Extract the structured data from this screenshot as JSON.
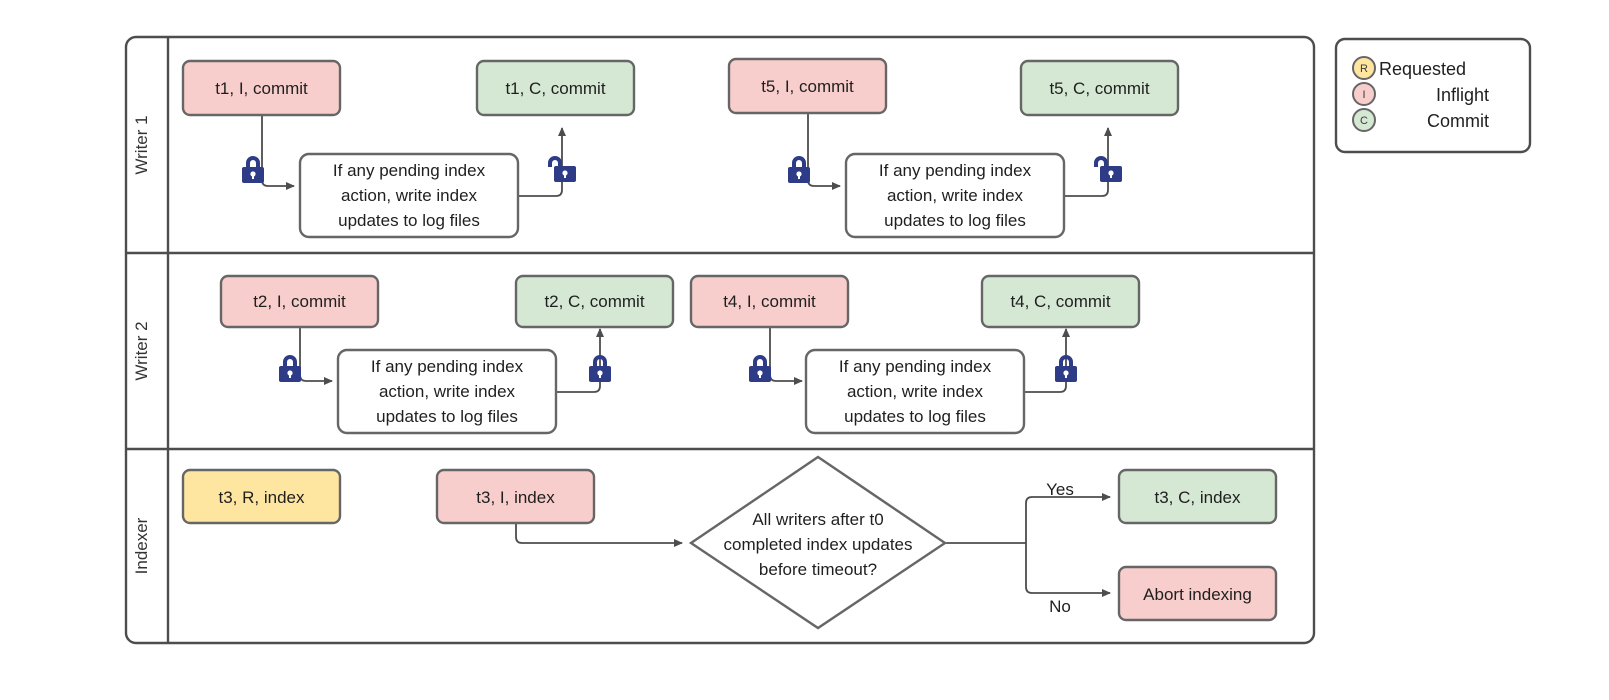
{
  "diagram": {
    "type": "swimlane-flowchart",
    "title": "",
    "colors": {
      "inflight_fill": "#f8cecc",
      "commit_fill": "#d5e8d4",
      "requested_fill": "#ffe6a0",
      "note_fill": "#ffffff",
      "shape_stroke": "#666666",
      "frame_stroke": "#4d4d4d",
      "lock_color": "#2e3b86",
      "text_color": "#1f1f1f"
    },
    "lanes": [
      {
        "id": "writer1",
        "label": "Writer 1",
        "nodes": [
          {
            "id": "w1-t1-i",
            "label": "t1, I, commit",
            "state": "inflight"
          },
          {
            "id": "w1-note-1",
            "label": "If any pending index action, write index updates to log files",
            "lines": [
              "If any pending index",
              "action, write index",
              "updates to log files"
            ],
            "state": "note"
          },
          {
            "id": "w1-t1-c",
            "label": "t1, C, commit",
            "state": "commit"
          },
          {
            "id": "w1-t5-i",
            "label": "t5, I, commit",
            "state": "inflight"
          },
          {
            "id": "w1-note-2",
            "label": "If any pending index action, write index updates to log files",
            "lines": [
              "If any pending index",
              "action, write index",
              "updates to log files"
            ],
            "state": "note"
          },
          {
            "id": "w1-t5-c",
            "label": "t5, C, commit",
            "state": "commit"
          }
        ],
        "locks": [
          {
            "id": "w1-lock-1",
            "kind": "locked"
          },
          {
            "id": "w1-lock-2",
            "kind": "unlocked"
          },
          {
            "id": "w1-lock-3",
            "kind": "locked"
          },
          {
            "id": "w1-lock-4",
            "kind": "unlocked"
          }
        ]
      },
      {
        "id": "writer2",
        "label": "Writer 2",
        "nodes": [
          {
            "id": "w2-t2-i",
            "label": "t2, I, commit",
            "state": "inflight"
          },
          {
            "id": "w2-note-1",
            "label": "If any pending index action, write index updates to log files",
            "lines": [
              "If any pending index",
              "action, write index",
              "updates to log files"
            ],
            "state": "note"
          },
          {
            "id": "w2-t2-c",
            "label": "t2, C, commit",
            "state": "commit"
          },
          {
            "id": "w2-t4-i",
            "label": "t4, I, commit",
            "state": "inflight"
          },
          {
            "id": "w2-note-2",
            "label": "If any pending index action, write index updates to log files",
            "lines": [
              "If any pending index",
              "action, write index",
              "updates to log files"
            ],
            "state": "note"
          },
          {
            "id": "w2-t4-c",
            "label": "t4, C, commit",
            "state": "commit"
          }
        ],
        "locks": [
          {
            "id": "w2-lock-1",
            "kind": "locked"
          },
          {
            "id": "w2-lock-2",
            "kind": "locked"
          },
          {
            "id": "w2-lock-3",
            "kind": "locked"
          },
          {
            "id": "w2-lock-4",
            "kind": "locked"
          }
        ]
      },
      {
        "id": "indexer",
        "label": "Indexer",
        "nodes": [
          {
            "id": "ix-t3-r",
            "label": "t3, R, index",
            "state": "requested"
          },
          {
            "id": "ix-t3-i",
            "label": "t3, I, index",
            "state": "inflight"
          },
          {
            "id": "ix-decision",
            "label": "All writers after t0 completed index updates before timeout?",
            "lines": [
              "All writers after t0",
              "completed index updates",
              "before timeout?"
            ],
            "state": "decision"
          },
          {
            "id": "ix-t3-c",
            "label": "t3, C, index",
            "state": "commit"
          },
          {
            "id": "ix-abort",
            "label": "Abort indexing",
            "state": "inflight"
          }
        ],
        "edge_labels": [
          {
            "id": "edge-yes",
            "label": "Yes"
          },
          {
            "id": "edge-no",
            "label": "No"
          }
        ]
      }
    ],
    "legend": {
      "items": [
        {
          "id": "legend-requested",
          "badge": "R",
          "label": "Requested",
          "fill": "#ffe6a0"
        },
        {
          "id": "legend-inflight",
          "badge": "I",
          "label": "Inflight",
          "fill": "#f8cecc"
        },
        {
          "id": "legend-commit",
          "badge": "C",
          "label": "Commit",
          "fill": "#d5e8d4"
        }
      ]
    }
  }
}
